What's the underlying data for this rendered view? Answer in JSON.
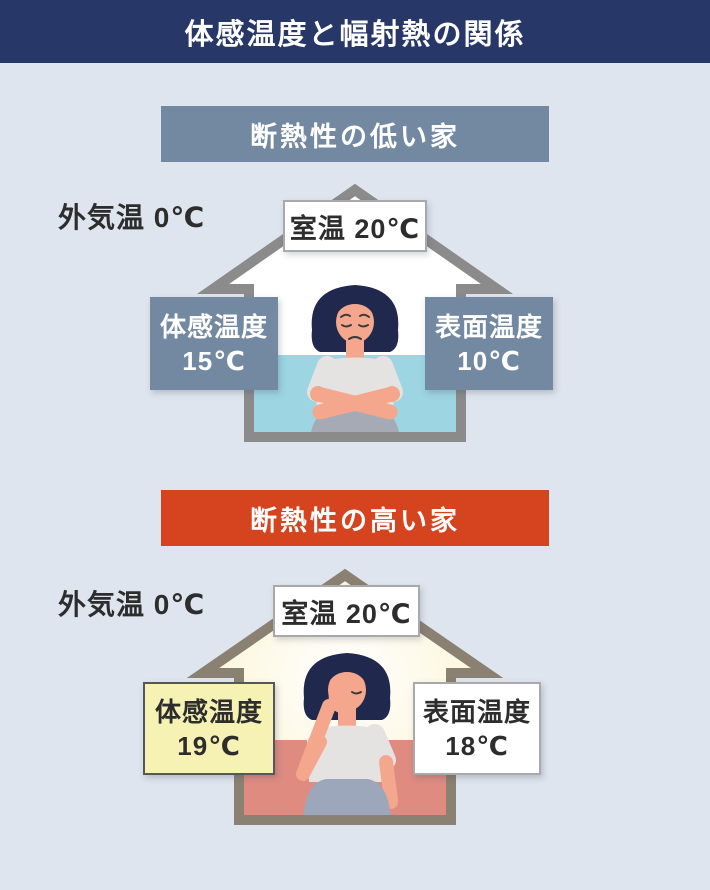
{
  "page": {
    "title": "体感温度と幅射熱の関係"
  },
  "colors": {
    "bg": "#dfe5ee",
    "navy": "#273768",
    "blueGray": "#7389a2",
    "red": "#d5431f",
    "textDark": "#2d2d2d",
    "coldZone": "#9ed5e2",
    "warmZone": "#df8b80",
    "glowYellow": "#f9efc6",
    "yellowLabel": "#f6f2b3",
    "houseBorderCold": "#8b8b8b",
    "houseBorderWarm": "#8b8172",
    "skin": "#f4a78d",
    "hair": "#20294d",
    "shirt": "#e4e3e1",
    "skirtCold": "#a5aab4",
    "skirtWarm": "#9da7bb"
  },
  "sections": [
    {
      "banner": "断熱性の低い家",
      "outside_temp": "外気温 0℃",
      "room_temp": "室温 20℃",
      "felt_temp_name": "体感温度",
      "felt_temp_value": "15℃",
      "surface_temp_name": "表面温度",
      "surface_temp_value": "10℃"
    },
    {
      "banner": "断熱性の高い家",
      "outside_temp": "外気温 0℃",
      "room_temp": "室温 20℃",
      "felt_temp_name": "体感温度",
      "felt_temp_value": "19℃",
      "surface_temp_name": "表面温度",
      "surface_temp_value": "18℃"
    }
  ]
}
